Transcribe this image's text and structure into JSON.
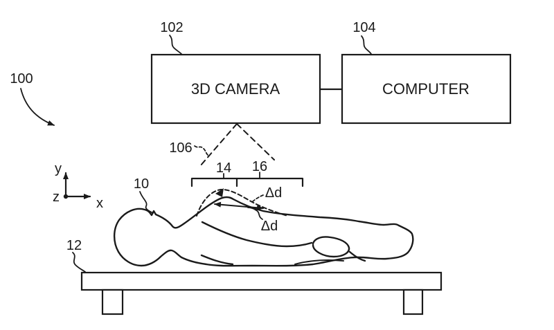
{
  "figure": {
    "description": "Patent-style line drawing of a respiratory monitoring system: a 3D camera above a patient lying on a table, connected to a computer",
    "colors": {
      "background": "#ffffff",
      "ink": "#1a1a1a"
    },
    "boxes": {
      "camera_label": "3D CAMERA",
      "computer_label": "COMPUTER"
    },
    "labels": {
      "system_ref": "100",
      "camera_ref": "102",
      "computer_ref": "104",
      "fov_ref": "106",
      "patient_ref": "10",
      "table_ref": "12",
      "region_a_ref": "14",
      "region_b_ref": "16",
      "displacement_upper": "Δd",
      "displacement_lower": "Δd"
    },
    "axes": {
      "x_label": "x",
      "y_label": "y",
      "z_label": "z"
    }
  }
}
